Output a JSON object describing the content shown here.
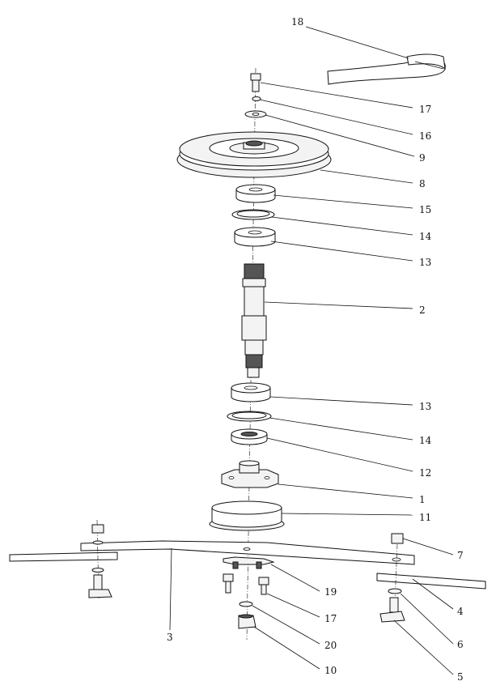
{
  "callouts": [
    {
      "id": "c18",
      "label": "18"
    },
    {
      "id": "c17a",
      "label": "17"
    },
    {
      "id": "c16",
      "label": "16"
    },
    {
      "id": "c9",
      "label": "9"
    },
    {
      "id": "c8",
      "label": "8"
    },
    {
      "id": "c15",
      "label": "15"
    },
    {
      "id": "c14a",
      "label": "14"
    },
    {
      "id": "c13a",
      "label": "13"
    },
    {
      "id": "c2",
      "label": "2"
    },
    {
      "id": "c13b",
      "label": "13"
    },
    {
      "id": "c14b",
      "label": "14"
    },
    {
      "id": "c12",
      "label": "12"
    },
    {
      "id": "c1",
      "label": "1"
    },
    {
      "id": "c11",
      "label": "11"
    },
    {
      "id": "c7",
      "label": "7"
    },
    {
      "id": "c19",
      "label": "19"
    },
    {
      "id": "c4",
      "label": "4"
    },
    {
      "id": "c17b",
      "label": "17"
    },
    {
      "id": "c6",
      "label": "6"
    },
    {
      "id": "c3",
      "label": "3"
    },
    {
      "id": "c20",
      "label": "20"
    },
    {
      "id": "c10",
      "label": "10"
    },
    {
      "id": "c5",
      "label": "5"
    }
  ]
}
